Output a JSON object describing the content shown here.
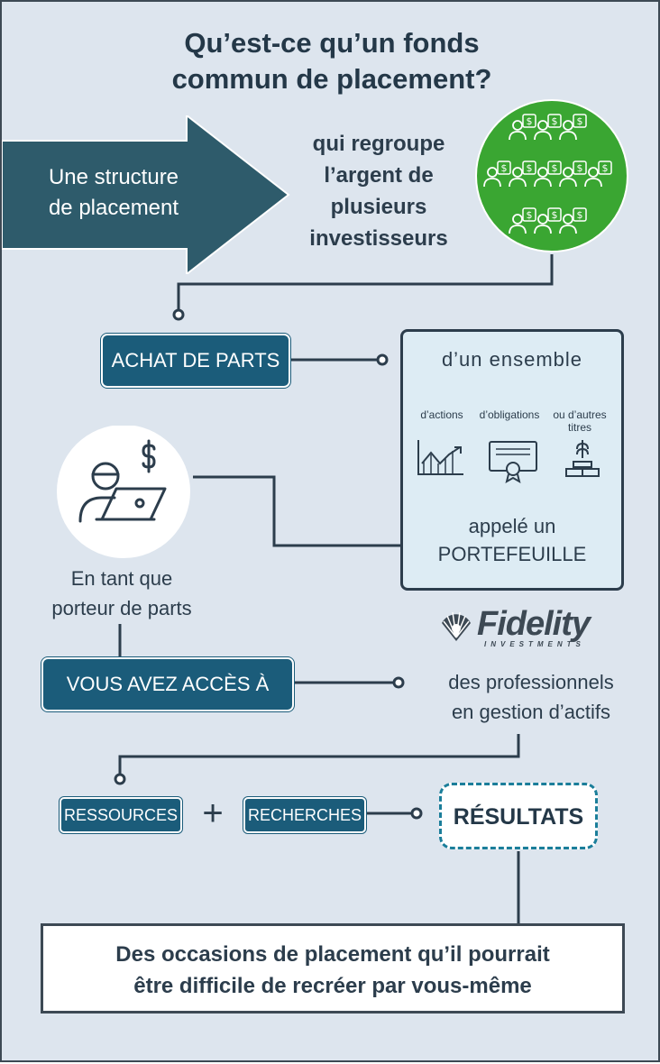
{
  "title": {
    "line1": "Qu’est-ce qu’un fonds",
    "line2": "commun de placement?"
  },
  "arrow_text": {
    "line1": "Une structure",
    "line2": "de placement"
  },
  "regroupe": {
    "line1": "qui regroupe",
    "line2": "l’argent de",
    "line3": "plusieurs",
    "line4": "investisseurs"
  },
  "achat": "ACHAT DE PARTS",
  "portfolio": {
    "ensemble": "d’un ensemble",
    "assets": [
      "d’actions",
      "d’obligations",
      "ou d’autres titres"
    ],
    "appele": "appelé un",
    "portefeuille": "PORTEFEUILLE"
  },
  "porteur": {
    "line1": "En tant que",
    "line2": "porteur de parts"
  },
  "logo": {
    "brand": "Fidelity",
    "sub": "INVESTMENTS"
  },
  "acces": "VOUS AVEZ ACCÈS À",
  "pros": {
    "line1": "des professionnels",
    "line2": "en gestion d’actifs"
  },
  "ressources": "RESSOURCES",
  "plus": "+",
  "recherches": "RECHERCHES",
  "resultats": "RÉSULTATS",
  "bottom": {
    "line1": "Des occasions de placement qu’il pourrait",
    "line2": "être difficile de recréer par vous-même"
  },
  "colors": {
    "navy": "#2c3d4c",
    "teal": "#1b5c7a",
    "arrow": "#2e5b6b",
    "green": "#3aa632",
    "background": "#dde5ee"
  },
  "icons": [
    "investors-icon",
    "investor-laptop-icon",
    "stock-chart-icon",
    "bond-certificate-icon",
    "other-assets-icon"
  ]
}
